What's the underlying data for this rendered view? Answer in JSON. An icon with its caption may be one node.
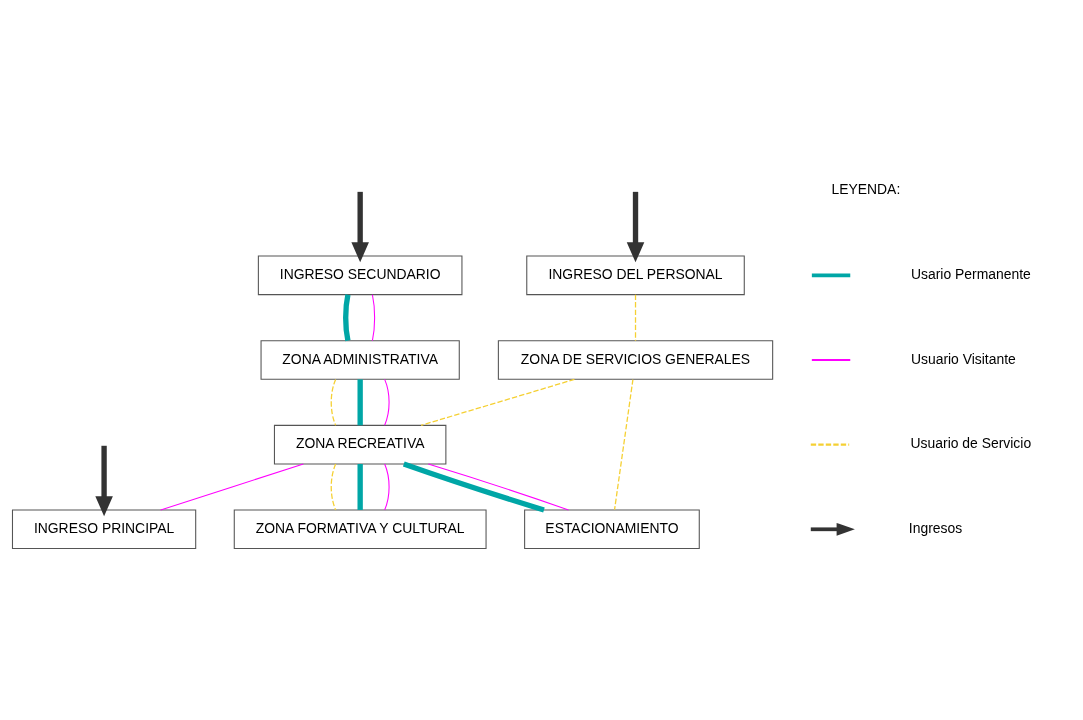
{
  "diagram": {
    "nodes": [
      {
        "text": [
          "INGRESO DEL PERSONAL"
        ]
      },
      {
        "text": [
          "ZONA DE SERVICIOS GENERALES"
        ]
      },
      {
        "text": [
          "INGRESO SECUNDARIO"
        ]
      },
      {
        "text": [
          "ZONA ADMINISTRATIVA"
        ]
      },
      {
        "text": [
          "ZONA RECREATIVA"
        ]
      },
      {
        "text": [
          "ZONA FORMATIVA Y CULTURAL"
        ]
      },
      {
        "text": [
          "ESTACIONAMIENTO"
        ]
      },
      {
        "text": [
          "INGRESO PRINCIPAL"
        ]
      }
    ],
    "edges": [
      {
        "from": null,
        "to": 0,
        "arrow": "to",
        "style": "thick",
        "color": "#333333"
      },
      {
        "from": null,
        "to": 2,
        "arrow": "to",
        "style": "thick",
        "color": "#333333"
      },
      {
        "from": null,
        "to": 7,
        "arrow": "to",
        "style": "thick",
        "color": "#333333"
      },
      {
        "from": 0,
        "to": 1,
        "arrow": "none",
        "style": "dashed",
        "color": "#f5d033"
      },
      {
        "from": 1,
        "to": 4,
        "arrow": "none",
        "style": "dashed",
        "color": "#f5d033"
      },
      {
        "from": 4,
        "to": 5,
        "arrow": "none",
        "style": "dashed",
        "color": "#f5d033"
      },
      {
        "from": 1,
        "to": 6,
        "arrow": "none",
        "style": "dashed",
        "color": "#f5d033"
      },
      {
        "from": 3,
        "to": 4,
        "arrow": "none",
        "style": "dashed",
        "color": "#f5d033"
      },
      {
        "from": 2,
        "to": 3,
        "arrow": "none",
        "style": "thick",
        "color": "#00a6a6"
      },
      {
        "from": 3,
        "to": 4,
        "arrow": "none",
        "style": "thick",
        "color": "#00a6a6"
      },
      {
        "from": 4,
        "to": 5,
        "arrow": "none",
        "style": "thick",
        "color": "#00a6a6"
      },
      {
        "from": 4,
        "to": 6,
        "arrow": "none",
        "style": "thick",
        "color": "#00a6a6"
      },
      {
        "from": 2,
        "to": 3,
        "arrow": "none",
        "color": "#ff00ff"
      },
      {
        "from": 3,
        "to": 4,
        "arrow": "none",
        "color": "#ff00ff"
      },
      {
        "from": 4,
        "to": 7,
        "arrow": "none",
        "color": "#ff00ff"
      },
      {
        "from": 4,
        "to": 5,
        "arrow": "none",
        "color": "#ff00ff"
      },
      {
        "from": 4,
        "to": 6,
        "arrow": "none",
        "color": "#ff00ff"
      }
    ],
    "labels": [
      "LEYENDA:"
    ],
    "legend": [
      {
        "text": "Usario Permanente"
      },
      {
        "text": "Usuario Visitante"
      },
      {
        "text": "Usuario de Servicio"
      },
      {
        "text": "Ingresos"
      }
    ]
  }
}
